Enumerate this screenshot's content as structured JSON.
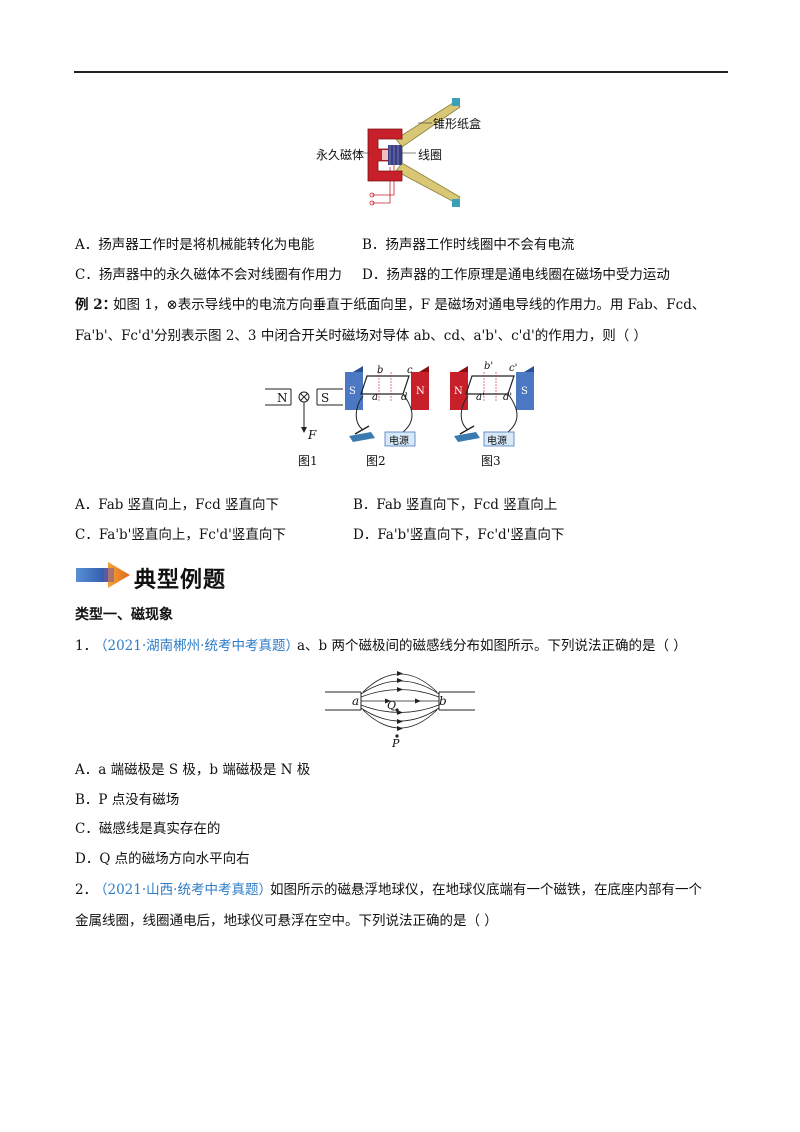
{
  "figure1": {
    "label_magnet": "永久磁体",
    "label_cone": "锥形纸盒",
    "label_coil": "线圈"
  },
  "q1_options": {
    "a": "A．扬声器工作时是将机械能转化为电能",
    "b": "B．扬声器工作时线圈中不会有电流",
    "c": "C．扬声器中的永久磁体不会对线圈有作用力",
    "d": "D．扬声器的工作原理是通电线圈在磁场中受力运动"
  },
  "example2": {
    "label": "例 2：",
    "line1": "如图 1，⊗表示导线中的电流方向垂直于纸面向里，F 是磁场对通电导线的作用力。用 Fab、Fcd、",
    "line2": "Fa'b'、Fc'd'分别表示图 2、3 中闭合开关时磁场对导体 ab、cd、a'b'、c'd'的作用力，则（        ）",
    "fig1_caption": "图1",
    "fig2_caption": "图2",
    "fig3_caption": "图3",
    "pole_n": "N",
    "pole_s": "S",
    "force_label": "F",
    "battery_label": "电源",
    "fig2_b": "b",
    "fig2_c": "c",
    "fig2_a": "a",
    "fig2_d": "d",
    "fig3_b": "b'",
    "fig3_c": "c'",
    "fig3_a": "a'",
    "fig3_d": "d'",
    "options": {
      "a": "A．Fab 竖直向上，Fcd 竖直向下",
      "b": "B．Fab 竖直向下，Fcd 竖直向上",
      "c": "C．Fa'b'竖直向上，Fc'd'竖直向下",
      "d": "D．Fa'b'竖直向下，Fc'd'竖直向下"
    }
  },
  "section": {
    "banner": "典型例题",
    "type1": "类型一、磁现象"
  },
  "problem1": {
    "number": "1．",
    "source": "（2021·湖南郴州·统考中考真题）",
    "text": "a、b 两个磁极间的磁感线分布如图所示。下列说法正确的是（        ）",
    "fig_a": "a",
    "fig_b": "b",
    "fig_q": "Q",
    "fig_p": "P",
    "options": {
      "a": "A．a 端磁极是 S 极，b 端磁极是 N 极",
      "b": "B．P 点没有磁场",
      "c": "C．磁感线是真实存在的",
      "d": "D．Q 点的磁场方向水平向右"
    }
  },
  "problem2": {
    "number": "2．",
    "source": "（2021·山西·统考中考真题）",
    "line1": "如图所示的磁悬浮地球仪，在地球仪底端有一个磁铁，在底座内部有一个",
    "line2": "金属线圈，线圈通电后，地球仪可悬浮在空中。下列说法正确的是（        ）"
  },
  "colors": {
    "link_blue": "#2f7dc6",
    "magnet_red": "#c8202a",
    "magnet_blue": "#4a78c2",
    "cone_yellow": "#d8c774"
  }
}
